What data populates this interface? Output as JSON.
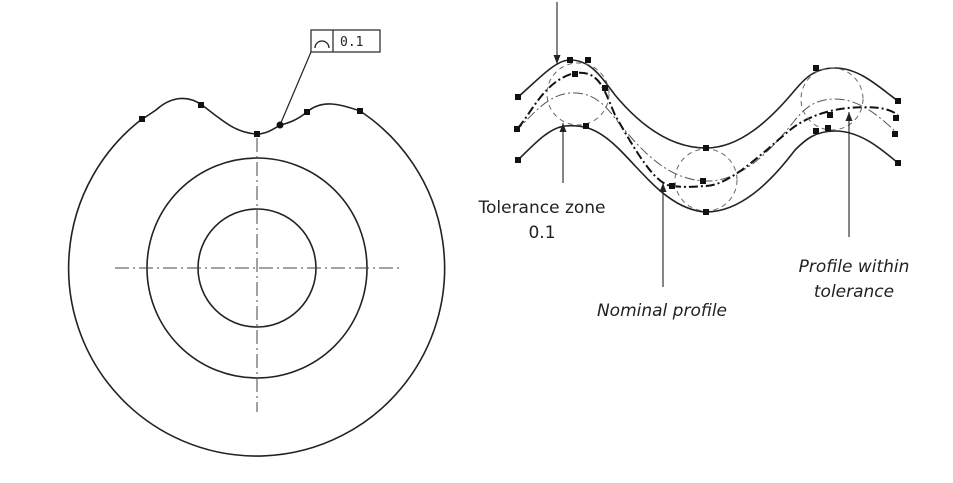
{
  "feature_control_frame": {
    "symbol": "profile-of-a-line-symbol",
    "tolerance": "0.1"
  },
  "labels": {
    "tolerance_zone_line1": "Tolerance zone",
    "tolerance_zone_line2": "0.1",
    "nominal_profile": "Nominal profile",
    "profile_within_line1": "Profile within",
    "profile_within_line2": "tolerance"
  }
}
